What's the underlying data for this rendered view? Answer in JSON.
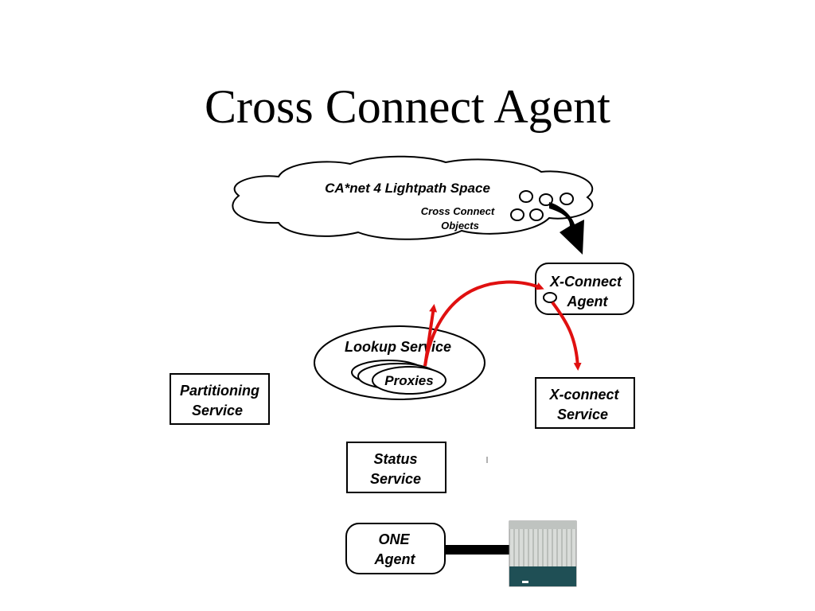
{
  "slide": {
    "title": "Cross Connect Agent"
  },
  "diagram": {
    "cloud": {
      "title": "CA*net 4 Lightpath Space",
      "subtitle_line1": "Cross Connect",
      "subtitle_line2": "Objects"
    },
    "xconnect_agent": {
      "line1": "X-Connect",
      "line2": "Agent"
    },
    "lookup_service": {
      "label": "Lookup Service",
      "proxies_label": "Proxies"
    },
    "partitioning_service": {
      "line1": "Partitioning",
      "line2": "Service"
    },
    "xconnect_service": {
      "line1": "X-connect",
      "line2": "Service"
    },
    "status_service": {
      "line1": "Status",
      "line2": "Service"
    },
    "one_agent": {
      "line1": "ONE",
      "line2": "Agent"
    }
  },
  "colors": {
    "arrow_red": "#e01010",
    "arrow_black": "#000000",
    "hardware_panel": "#1f4f55"
  }
}
